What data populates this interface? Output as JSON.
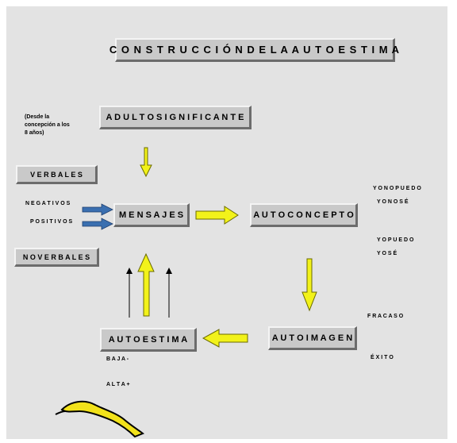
{
  "diagram": {
    "title": "C O N S T R U C C I Ó N   D E   L A   A U T O E S T I M A",
    "nodes": {
      "adulto": "A D U L T O   S I G N I F I C A N T E",
      "mensajes": "M E N S A J E S",
      "autoconcepto": "A U T O C O N C E P T O",
      "autoimagen": "A U T O I M A G E N",
      "autoestima": "A U T O E S T I M A",
      "verbales": "V E R B A L E S",
      "no_verbales": "N O   V E R B A L E S"
    },
    "notes": {
      "desde_line1": "(Desde la",
      "desde_line2": "concepción a los",
      "desde_line3": "8 años)",
      "negativos": "N E G A T I V O S",
      "positivos": "P O S I T I V O S",
      "yo_no_puedo": "Y O   N O   P U E D O",
      "yo_no_se": "Y O   N O   S É",
      "yo_puedo": "Y O   P U E D O",
      "yo_se": "Y O   S É",
      "fracaso": "F R A C A S O",
      "exito": "É X I T O",
      "baja": "B A J A   -",
      "alta": "A L T A   +"
    },
    "colors": {
      "arrow_fill": "#f2f21a",
      "arrow_stroke": "#6b6b00",
      "blue_arrow": "#3a6fb0",
      "map_fill": "#f2e21a"
    },
    "decorative_map": "cuba-map-icon"
  }
}
